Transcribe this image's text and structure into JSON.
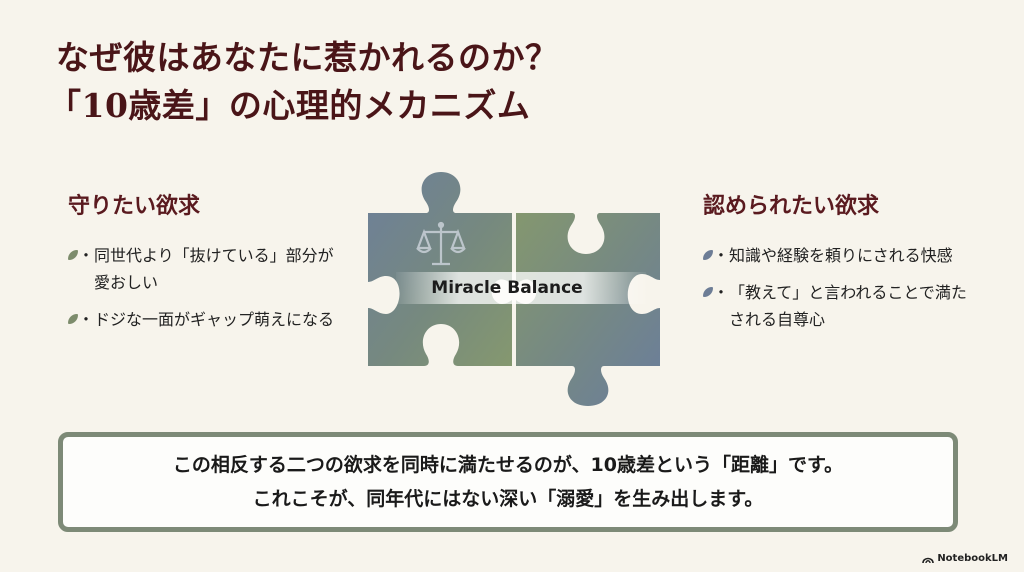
{
  "title": {
    "line1": "なぜ彼はあなたに惹かれるのか？",
    "line2": "「10歳差」の心理的メカニズム"
  },
  "left": {
    "heading": "守りたい欲求",
    "bullets": [
      {
        "text": "同世代より「抜けている」部分が愛おしい"
      },
      {
        "text": "ドジな一面がギャップ萌えになる"
      }
    ]
  },
  "right": {
    "heading": "認められたい欲求",
    "bullets": [
      {
        "text": "知識や経験を頼りにされる快感"
      },
      {
        "text": "「教えて」と言われることで満たされる自尊心"
      }
    ]
  },
  "center": {
    "label": "Miracle Balance",
    "icon": "scales-icon"
  },
  "summary": {
    "line1": "この相反する二つの欲求を同時に満たせるのが、10歳差という「距離」です。",
    "line2": "これこそが、同年代にはない深い「溺愛」を生み出します。"
  },
  "footer": {
    "brand": "NotebookLM"
  },
  "colors": {
    "background": "#f7f4ec",
    "title": "#4a1518",
    "heading": "#5a1a1f",
    "puzzle_blue": "#6d7f9a",
    "puzzle_green": "#7f9379",
    "summary_border": "#7d8a77"
  }
}
